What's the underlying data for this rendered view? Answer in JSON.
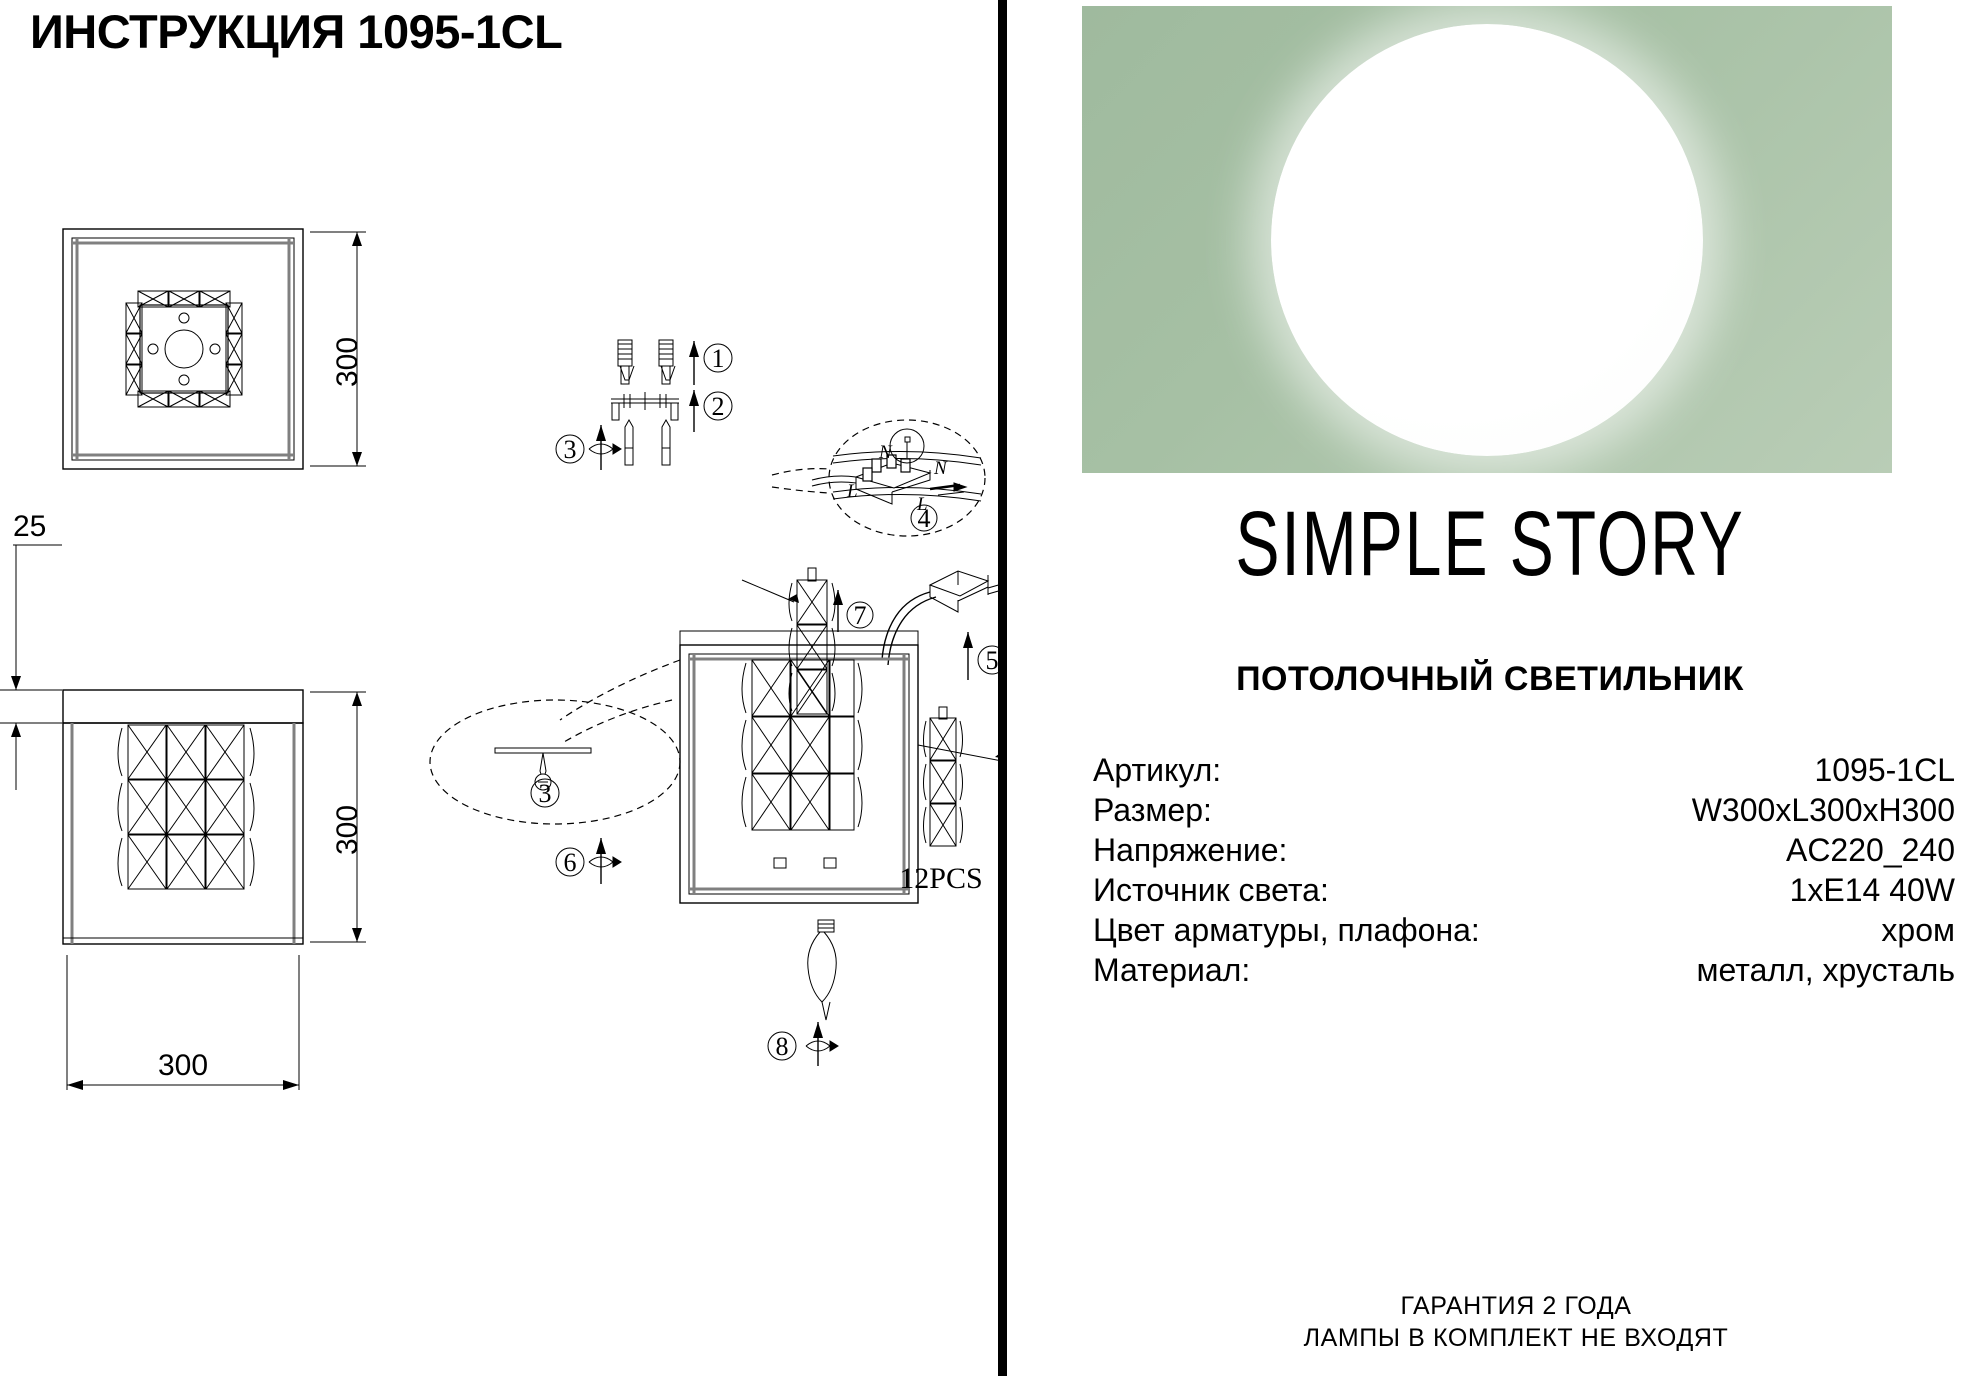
{
  "document": {
    "title": "ИНСТРУКЦИЯ 1095-1CL"
  },
  "drawings": {
    "top_view": {
      "name": "top-view",
      "height_dimension": "300"
    },
    "front_view": {
      "name": "front-view",
      "plate_thickness_dimension": "25",
      "height_dimension": "300",
      "width_dimension": "300"
    },
    "assembly": {
      "steps": [
        "1",
        "2",
        "3",
        "4",
        "5",
        "6",
        "7",
        "8"
      ],
      "crystal_qty_label": "12PCS",
      "wiring_labels": {
        "neutral_top": "N",
        "neutral_right": "N",
        "live_left": "L",
        "live_bottom": "L"
      }
    }
  },
  "product": {
    "brand": "SIMPLE STORY",
    "category": "ПОТОЛОЧНЫЙ СВЕТИЛЬНИК",
    "image_colors": {
      "background_green": "#9fba9e",
      "lamp_white": "#ffffff"
    }
  },
  "specifications": [
    {
      "label": "Артикул:",
      "value": "1095-1CL"
    },
    {
      "label": "Размер:",
      "value": "W300xL300xH300"
    },
    {
      "label": "Напряжение:",
      "value": "AC220_240"
    },
    {
      "label": "Источник света:",
      "value": "1xE14 40W"
    },
    {
      "label": "Цвет арматуры, плафона:",
      "value": "хром"
    },
    {
      "label": "Материал:",
      "value": "металл, хрусталь"
    }
  ],
  "footer": {
    "line1": "ГАРАНТИЯ 2 ГОДА",
    "line2": "ЛАМПЫ В КОМПЛЕКТ НЕ ВХОДЯТ"
  }
}
